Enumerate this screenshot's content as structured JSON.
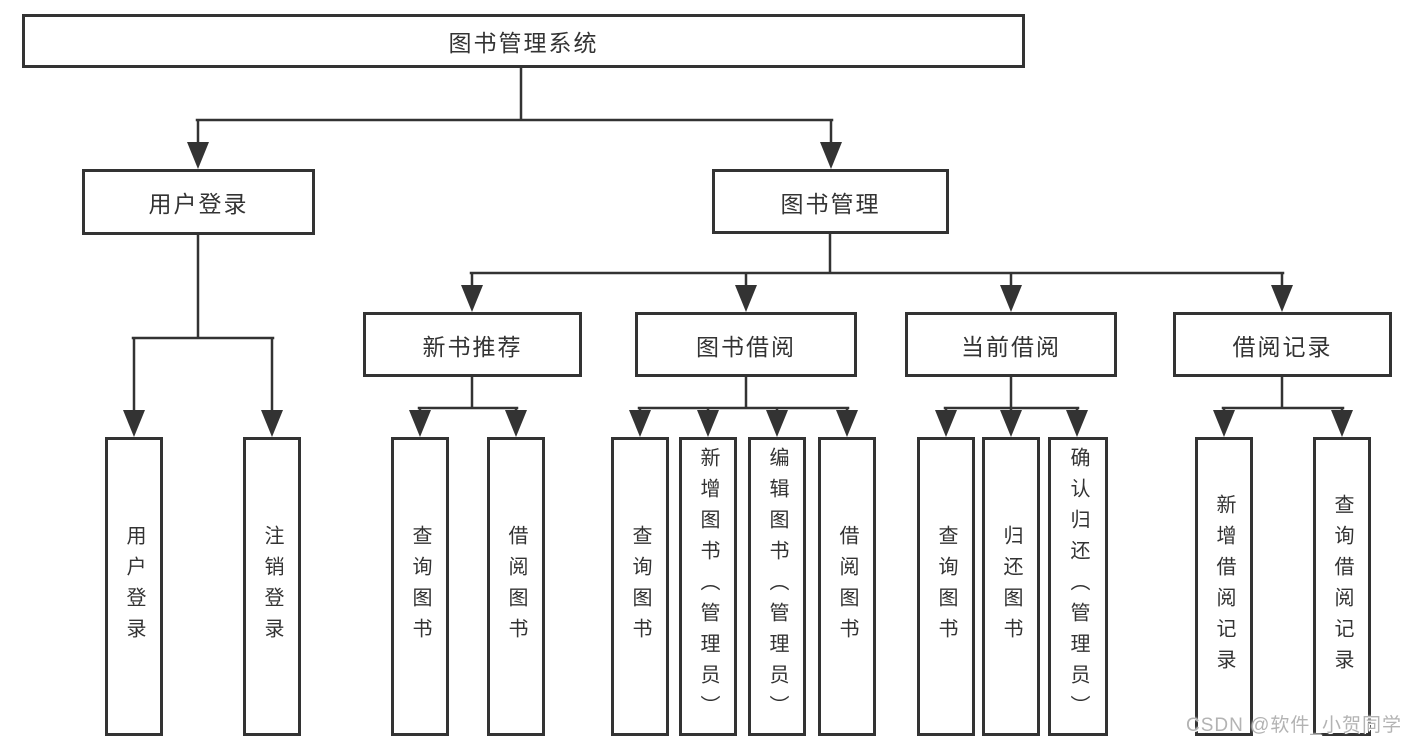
{
  "colors": {
    "line": "#333333",
    "text": "#333333",
    "background": "#ffffff",
    "watermark": "#b3b3b3"
  },
  "watermark": "CSDN @软件_小贺同学",
  "nodes": {
    "root": "图书管理系统",
    "user_login": "用户登录",
    "book_management": "图书管理",
    "new_book_recommend": "新书推荐",
    "book_borrow": "图书借阅",
    "current_borrow": "当前借阅",
    "borrow_record": "借阅记录",
    "ul_user_login": "用户登录",
    "ul_logout": "注销登录",
    "nb_query_book": "查询图书",
    "nb_borrow_book": "借阅图书",
    "bb_query_book": "查询图书",
    "bb_add_book": "新增图书（管理员）",
    "bb_edit_book": "编辑图书（管理员）",
    "bb_borrow_book": "借阅图书",
    "cb_query_book": "查询图书",
    "cb_return_book": "归还图书",
    "cb_confirm_return": "确认归还（管理员）",
    "br_add_record": "新增借阅记录",
    "br_query_record": "查询借阅记录"
  }
}
